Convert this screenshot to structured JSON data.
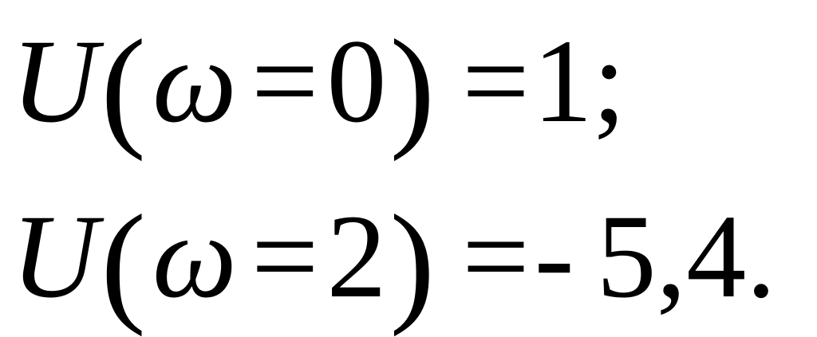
{
  "formula": {
    "line1": {
      "func": "U",
      "paren_open": "(",
      "arg_var": "ω",
      "eq1": "=",
      "arg_val": "0",
      "paren_close": ")",
      "eq2": "=",
      "result": "1;"
    },
    "line2": {
      "func": "U",
      "paren_open": "(",
      "arg_var": "ω",
      "eq1": "=",
      "arg_val": "2",
      "paren_close": ")",
      "eq2": "=",
      "sign": "-",
      "result": "5,4."
    }
  }
}
